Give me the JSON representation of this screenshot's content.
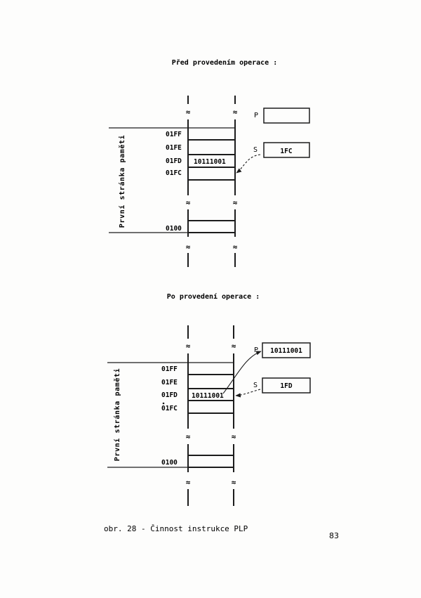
{
  "before": {
    "heading": "Před provedením operace :",
    "side_label": "První stránka paměti",
    "addresses": [
      "01FF",
      "01FE",
      "01FD",
      "01FC"
    ],
    "bottom_address": "0100",
    "cell_value": "10111001",
    "register_p_label": "P",
    "register_p_value": "",
    "register_s_label": "S",
    "register_s_value": "1FC"
  },
  "after": {
    "heading": "Po provedení operace :",
    "side_label": "První stránka paměti",
    "addresses": [
      "01FF",
      "01FE",
      "01FD",
      "01FC"
    ],
    "bottom_address": "0100",
    "cell_value": "10111001",
    "register_p_label": "P",
    "register_p_value": "10111001",
    "register_s_label": "S",
    "register_s_value": "1FD"
  },
  "break_mark": "≈",
  "caption": "obr. 28 - Činnost instrukce PLP",
  "page_number": "83"
}
